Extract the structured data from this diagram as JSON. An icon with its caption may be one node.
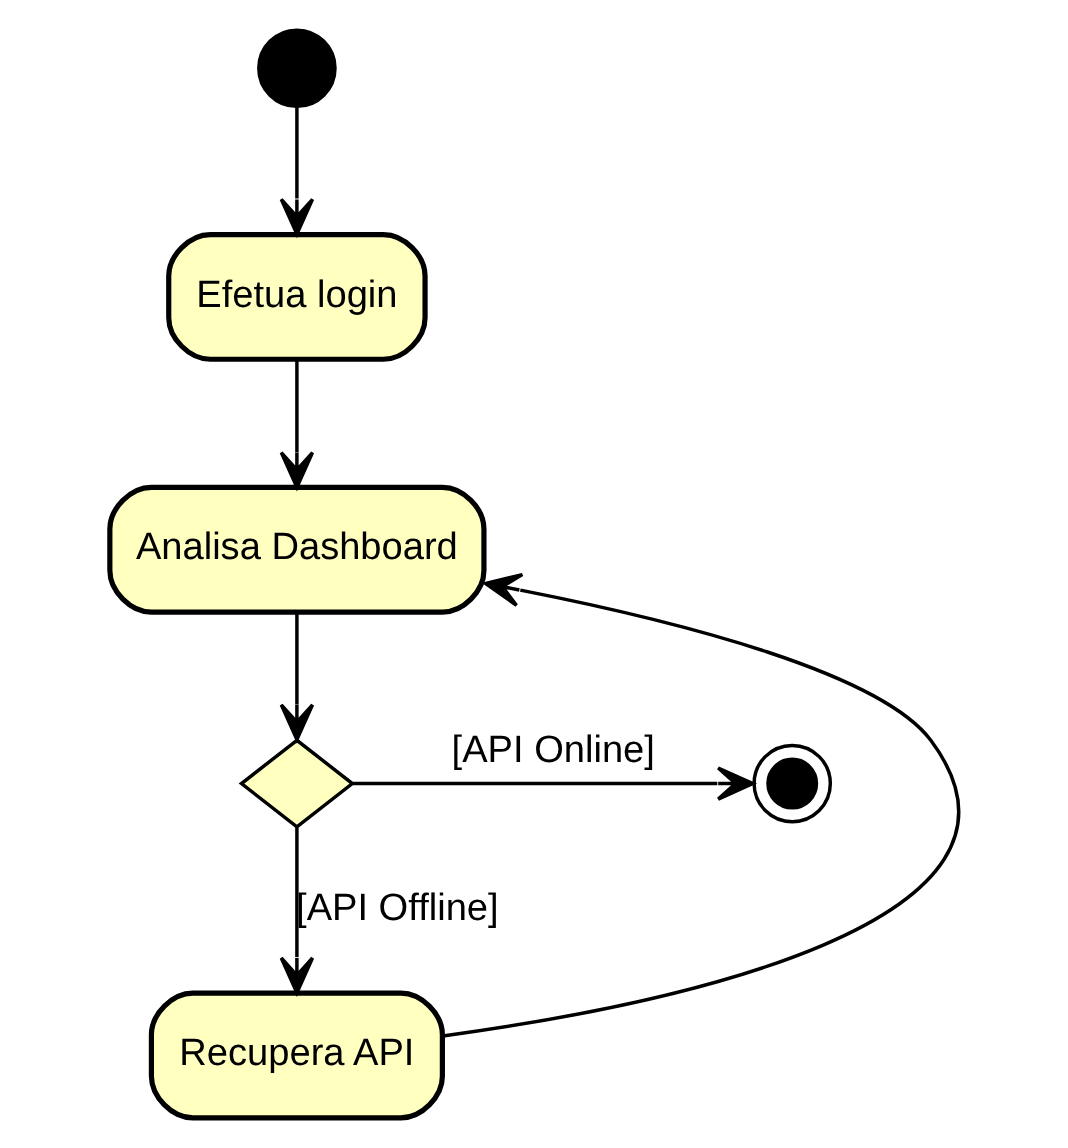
{
  "diagram": {
    "nodes": [
      {
        "text": [],
        "shape": "circle"
      },
      {
        "text": [
          "Efetua login"
        ]
      },
      {
        "text": [
          "Analisa Dashboard"
        ]
      },
      {
        "text": [],
        "shape": "diamond"
      },
      {
        "text": [],
        "shape": "circle"
      },
      {
        "text": [
          "Recupera API"
        ]
      }
    ],
    "edges": [
      {
        "from": 0,
        "to": 1,
        "arrow": "to"
      },
      {
        "from": 1,
        "to": 2,
        "arrow": "to"
      },
      {
        "from": 2,
        "to": 3,
        "arrow": "to"
      },
      {
        "from": 3,
        "to": 4,
        "arrow": "to",
        "label": "[API Online]"
      },
      {
        "from": 3,
        "to": 5,
        "arrow": "to",
        "label": "[API Offline]"
      },
      {
        "from": 5,
        "to": 2,
        "arrow": "to"
      }
    ]
  }
}
